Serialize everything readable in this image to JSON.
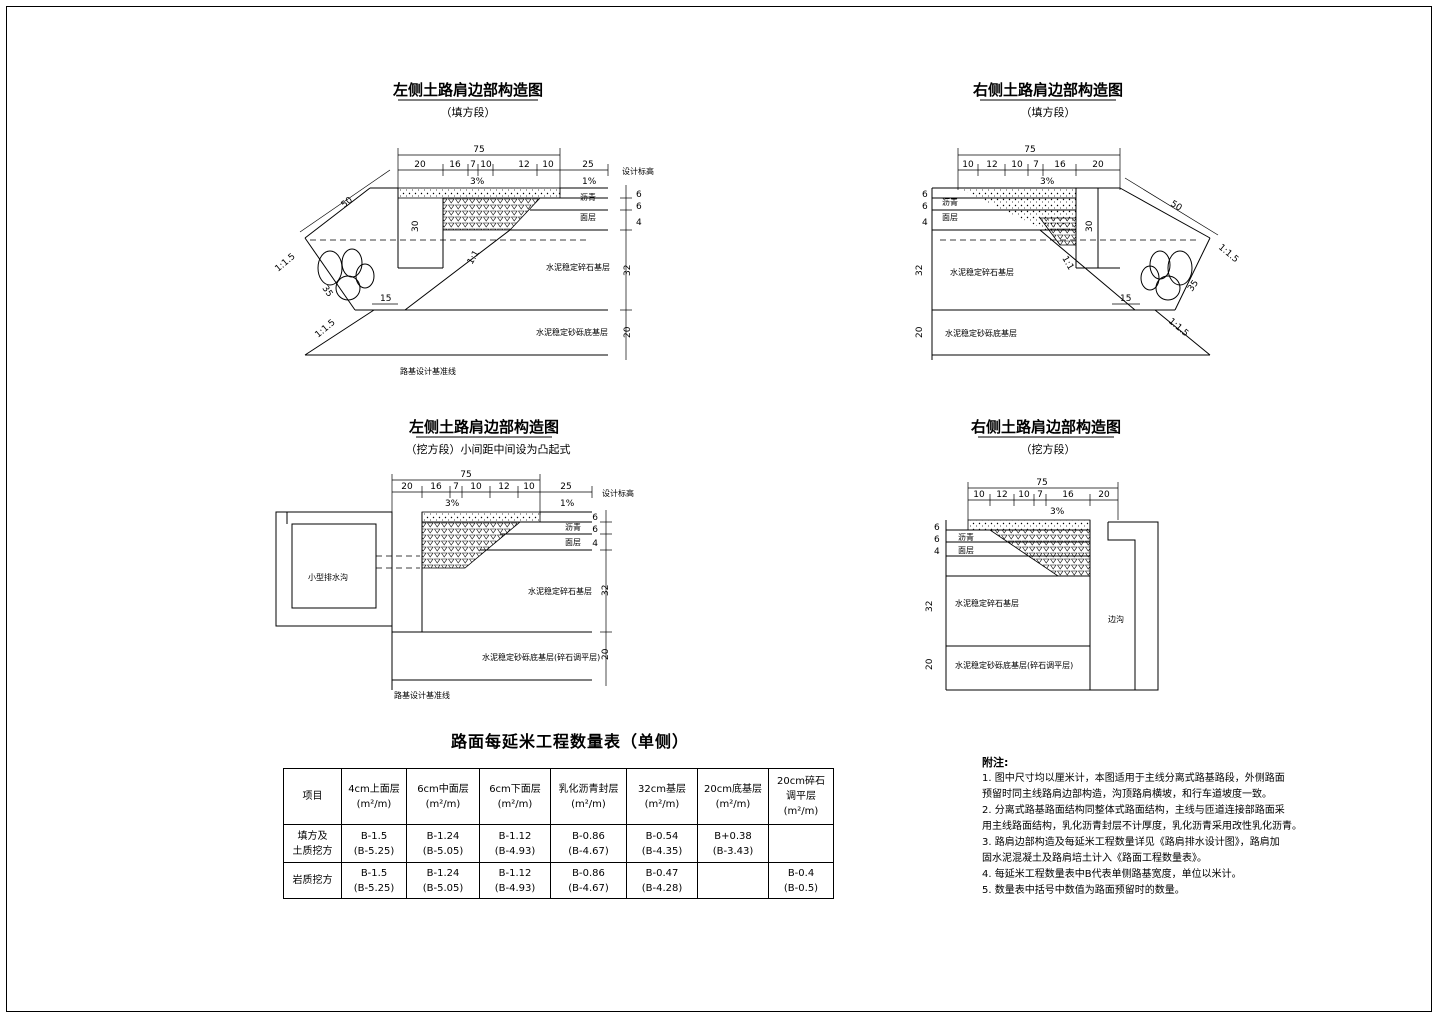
{
  "drawings": {
    "d1": {
      "title": "左侧土路肩边部构造图",
      "subtitle": "（填方段）",
      "total": "75",
      "segs": [
        "20",
        "16",
        "7",
        "10",
        "12",
        "10"
      ],
      "shoulder": "25",
      "design": "设计标高",
      "slope_main": "3%",
      "slope_sh": "1%",
      "l_asphalt": "沥青",
      "l_surface": "面层",
      "l_base": "水泥稳定碎石基层",
      "l_subbase": "水泥稳定砂砾底基层",
      "v1": "6",
      "v2": "6",
      "v3": "4",
      "v32": "32",
      "v20": "20",
      "d50": "50",
      "d30": "30",
      "d35": "35",
      "d15": "15",
      "s1": "1:1.5",
      "s2": "1:1.5",
      "s3": "1:1",
      "datum": "路基设计基准线"
    },
    "d2": {
      "title": "右侧土路肩边部构造图",
      "subtitle": "（填方段）",
      "total": "75",
      "segs": [
        "10",
        "12",
        "10",
        "7",
        "16",
        "20"
      ],
      "slope_main": "3%",
      "l_asphalt": "沥青",
      "l_surface": "面层",
      "l_base": "水泥稳定碎石基层",
      "l_subbase": "水泥稳定砂砾底基层",
      "v1": "6",
      "v2": "6",
      "v3": "4",
      "v32": "32",
      "v20": "20",
      "d50": "50",
      "d30": "30",
      "d35": "35",
      "d15": "15",
      "s1": "1:1.5",
      "s2": "1:1.5",
      "s3": "1:1"
    },
    "d3": {
      "title": "左侧土路肩边部构造图",
      "subtitle": "（挖方段）小间距中间设为凸起式",
      "total": "75",
      "segs": [
        "20",
        "16",
        "7",
        "10",
        "12",
        "10"
      ],
      "shoulder": "25",
      "design": "设计标高",
      "slope_main": "3%",
      "slope_sh": "1%",
      "l_asphalt": "沥青",
      "l_surface": "面层",
      "l_base": "水泥稳定碎石基层",
      "l_subbase": "水泥稳定砂砾底基层(碎石调平层)",
      "ditch": "小型排水沟",
      "v1": "6",
      "v2": "6",
      "v3": "4",
      "v32": "32",
      "v20": "20",
      "datum": "路基设计基准线"
    },
    "d4": {
      "title": "右侧土路肩边部构造图",
      "subtitle": "（挖方段）",
      "total": "75",
      "segs": [
        "10",
        "12",
        "10",
        "7",
        "16",
        "20"
      ],
      "slope_main": "3%",
      "l_asphalt": "沥青",
      "l_surface": "面层",
      "l_base": "水泥稳定碎石基层",
      "l_subbase": "水泥稳定砂砾底基层(碎石调平层)",
      "ditch": "边沟",
      "v1": "6",
      "v2": "6",
      "v3": "4",
      "v32": "32",
      "v20": "20"
    }
  },
  "table": {
    "title": "路面每延米工程数量表（单侧）",
    "header_item": "项目",
    "columns": [
      {
        "name": "4cm上面层",
        "unit": "(m²/m)"
      },
      {
        "name": "6cm中面层",
        "unit": "(m²/m)"
      },
      {
        "name": "6cm下面层",
        "unit": "(m²/m)"
      },
      {
        "name": "乳化沥青封层",
        "unit": "(m²/m)"
      },
      {
        "name": "32cm基层",
        "unit": "(m²/m)"
      },
      {
        "name": "20cm底基层",
        "unit": "(m²/m)"
      },
      {
        "name": "20cm碎石",
        "name2": "调平层",
        "unit": "(m²/m)"
      }
    ],
    "rows": [
      {
        "label": "填方及",
        "label2": "土质挖方",
        "cells": [
          [
            "B-1.5",
            "(B-5.25)"
          ],
          [
            "B-1.24",
            "(B-5.05)"
          ],
          [
            "B-1.12",
            "(B-4.93)"
          ],
          [
            "B-0.86",
            "(B-4.67)"
          ],
          [
            "B-0.54",
            "(B-4.35)"
          ],
          [
            "B+0.38",
            "(B-3.43)"
          ],
          [
            "",
            ""
          ]
        ]
      },
      {
        "label": "岩质挖方",
        "label2": "",
        "cells": [
          [
            "B-1.5",
            "(B-5.25)"
          ],
          [
            "B-1.24",
            "(B-5.05)"
          ],
          [
            "B-1.12",
            "(B-4.93)"
          ],
          [
            "B-0.86",
            "(B-4.67)"
          ],
          [
            "B-0.47",
            "(B-4.28)"
          ],
          [
            "",
            ""
          ],
          [
            "B-0.4",
            "(B-0.5)"
          ]
        ]
      }
    ]
  },
  "notes": {
    "title": "附注:",
    "items": [
      "1. 图中尺寸均以厘米计，本图适用于主线分离式路基路段，外侧路面",
      "   预留时同主线路肩边部构造，沟顶路肩横坡，和行车道坡度一致。",
      "2. 分离式路基路面结构同整体式路面结构，主线与匝道连接部路面采",
      "   用主线路面结构，乳化沥青封层不计厚度，乳化沥青采用改性乳化沥青。",
      "3. 路肩边部构造及每延米工程数量详见《路肩排水设计图》，路肩加",
      "   固水泥混凝土及路肩培土计入《路面工程数量表》。",
      "4. 每延米工程数量表中B代表单侧路基宽度，单位以米计。",
      "5. 数量表中括号中数值为路面预留时的数量。"
    ]
  }
}
